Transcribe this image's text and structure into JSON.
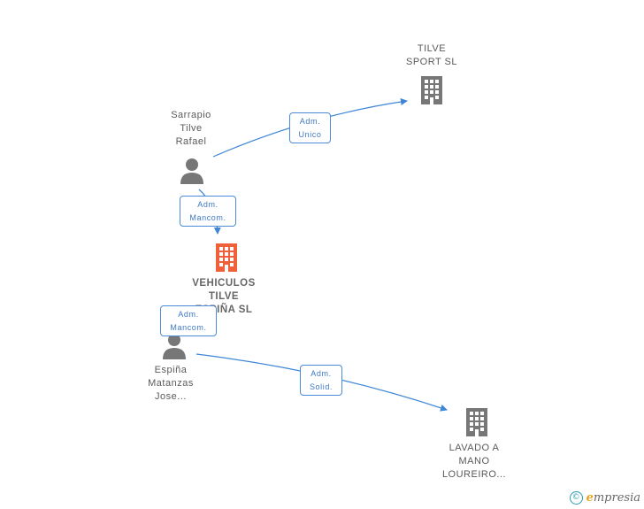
{
  "nodes": {
    "tilve_sport": {
      "lines": [
        "TILVE",
        "SPORT SL"
      ],
      "icon": "building-icon",
      "color": "#777777"
    },
    "sarrapio": {
      "lines": [
        "Sarrapio",
        "Tilve",
        "Rafael"
      ],
      "icon": "person-icon",
      "color": "#777777"
    },
    "vehiculos": {
      "lines": [
        "VEHICULOS",
        "TILVE",
        "ESPIÑA SL"
      ],
      "icon": "building-icon",
      "color": "#f0603a"
    },
    "espina": {
      "lines": [
        "Espiña",
        "Matanzas",
        "Jose..."
      ],
      "icon": "person-icon",
      "color": "#777777"
    },
    "lavado": {
      "lines": [
        "LAVADO A",
        "MANO",
        "LOUREIRO..."
      ],
      "icon": "building-icon",
      "color": "#777777"
    }
  },
  "edges": {
    "sarrapio_tilve": {
      "lines": [
        "Adm.",
        "Unico"
      ]
    },
    "sarrapio_vehiculos": {
      "lines": [
        "Adm.",
        "Mancom."
      ]
    },
    "espina_vehiculos": {
      "lines": [
        "Adm.",
        "Mancom."
      ]
    },
    "espina_lavado": {
      "lines": [
        "Adm.",
        "Solid."
      ]
    }
  },
  "colors": {
    "edge": "#3e86d6"
  },
  "watermark": {
    "symbol": "©",
    "brand_initial": "e",
    "brand_rest": "mpresia"
  }
}
